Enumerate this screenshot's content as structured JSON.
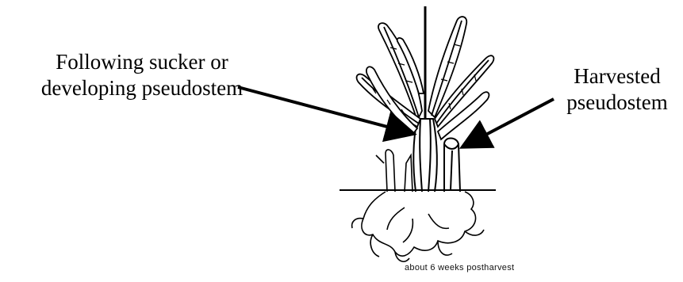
{
  "labels": {
    "following_sucker": [
      "Following sucker or",
      "developing pseudostem"
    ],
    "harvested": [
      "Harvested",
      "pseudostem"
    ]
  },
  "caption": "about 6 weeks postharvest"
}
